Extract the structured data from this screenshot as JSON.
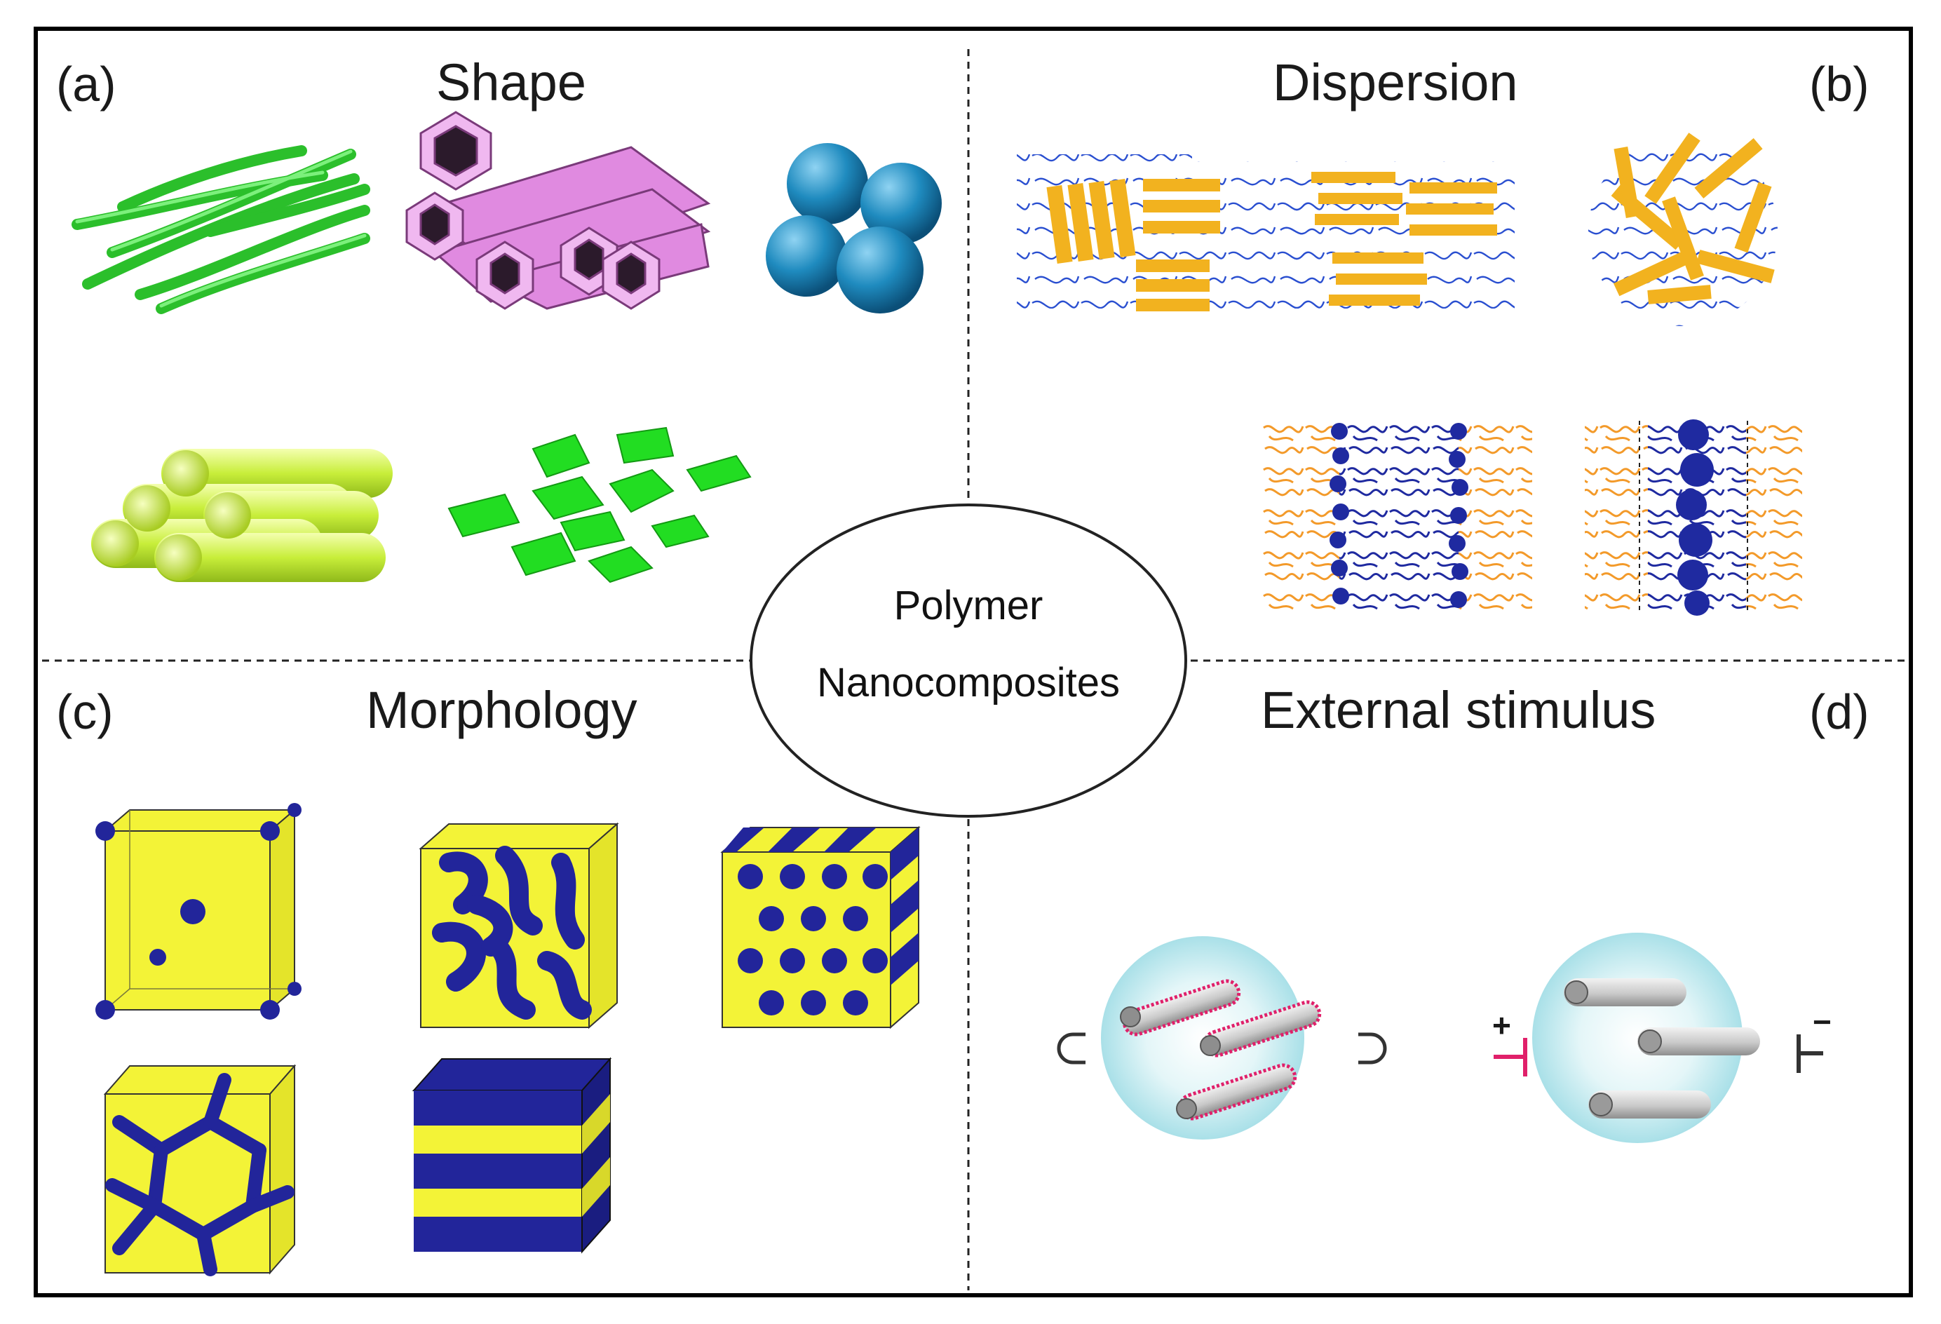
{
  "center": {
    "line1": "Polymer",
    "line2": "Nanocomposites"
  },
  "panels": {
    "a": {
      "letter": "(a)",
      "title": "Shape"
    },
    "b": {
      "letter": "(b)",
      "title": "Dispersion"
    },
    "c": {
      "letter": "(c)",
      "title": "Morphology"
    },
    "d": {
      "letter": "(d)",
      "title": "External stimulus"
    }
  },
  "stimulus": {
    "plus": "+",
    "minus": "−"
  },
  "colors": {
    "fiber": "#3fd43f",
    "tube": "#e08ae0",
    "sphere": "#1f8bbf",
    "rod": "#c8ee3a",
    "sheet": "#22dd22",
    "clay": "#f2b21f",
    "chain": "#2a4fd0",
    "orange_chain": "#f39a2a",
    "dark_blue": "#1f2aa0",
    "cube_yellow": "#f3f337",
    "cube_blue": "#22259a",
    "glow": "#bfe9ef",
    "nanotube": "#cfcfcf",
    "magnet_coating": "#e0206a"
  }
}
